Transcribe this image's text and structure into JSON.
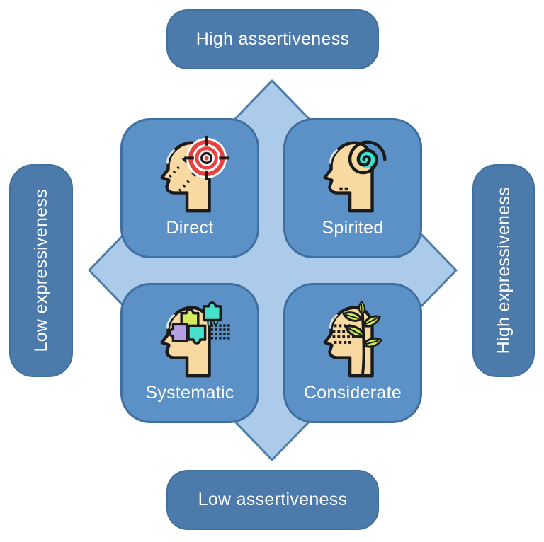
{
  "colors": {
    "background": "#ffffff",
    "pill_fill": "#4b7aab",
    "pill_border": "#40709e",
    "pill_text": "#ffffff",
    "card_fill": "#5b91c6",
    "card_border": "#3f6fa1",
    "card_text": "#ffffff",
    "diamond_fill": "#accae9",
    "diamond_border": "#4c7dab",
    "head_skin": "#f8d9a2",
    "icon_outline": "#1b1b1b",
    "target_red": "#e8423e",
    "spiral_teal": "#3ae0d0",
    "puzzle_green": "#d6ec5f",
    "puzzle_teal": "#46dfc9",
    "puzzle_purple": "#b79fe6",
    "leaf_green": "#cdea57"
  },
  "axes": {
    "top": "High assertiveness",
    "bottom": "Low assertiveness",
    "left": "Low expressiveness",
    "right": "High expressiveness"
  },
  "quadrants": [
    {
      "label": "Direct",
      "icon": "head-with-target-and-arrows-icon",
      "position": "top-left"
    },
    {
      "label": "Spirited",
      "icon": "head-with-spiral-icon",
      "position": "top-right"
    },
    {
      "label": "Systematic",
      "icon": "head-with-puzzle-pieces-icon",
      "position": "bottom-left"
    },
    {
      "label": "Considerate",
      "icon": "head-with-plant-icon",
      "position": "bottom-right"
    }
  ]
}
